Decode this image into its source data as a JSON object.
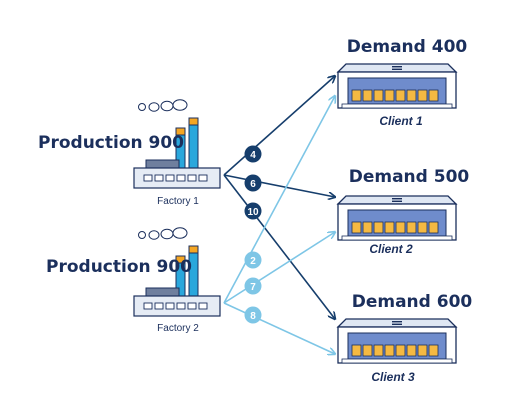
{
  "factories": [
    {
      "production_label": "Production 900",
      "name": "Factory 1"
    },
    {
      "production_label": "Production 900",
      "name": "Factory 2"
    }
  ],
  "clients": [
    {
      "demand_label": "Demand 400",
      "name": "Client 1"
    },
    {
      "demand_label": "Demand 500",
      "name": "Client 2"
    },
    {
      "demand_label": "Demand 600",
      "name": "Client 3"
    }
  ],
  "routes": [
    {
      "from": "Factory 1",
      "to": "Client 1",
      "cost": "4"
    },
    {
      "from": "Factory 1",
      "to": "Client 2",
      "cost": "6"
    },
    {
      "from": "Factory 1",
      "to": "Client 3",
      "cost": "10"
    },
    {
      "from": "Factory 2",
      "to": "Client 1",
      "cost": "2"
    },
    {
      "from": "Factory 2",
      "to": "Client 2",
      "cost": "7"
    },
    {
      "from": "Factory 2",
      "to": "Client 3",
      "cost": "8"
    }
  ],
  "colors": {
    "dark_route": "#163e6c",
    "light_route": "#7ec6e6",
    "text": "#1b2f5c",
    "chimney_blue": "#2aa7dc",
    "chimney_orange": "#f5a623",
    "crate": "#f5b942"
  }
}
